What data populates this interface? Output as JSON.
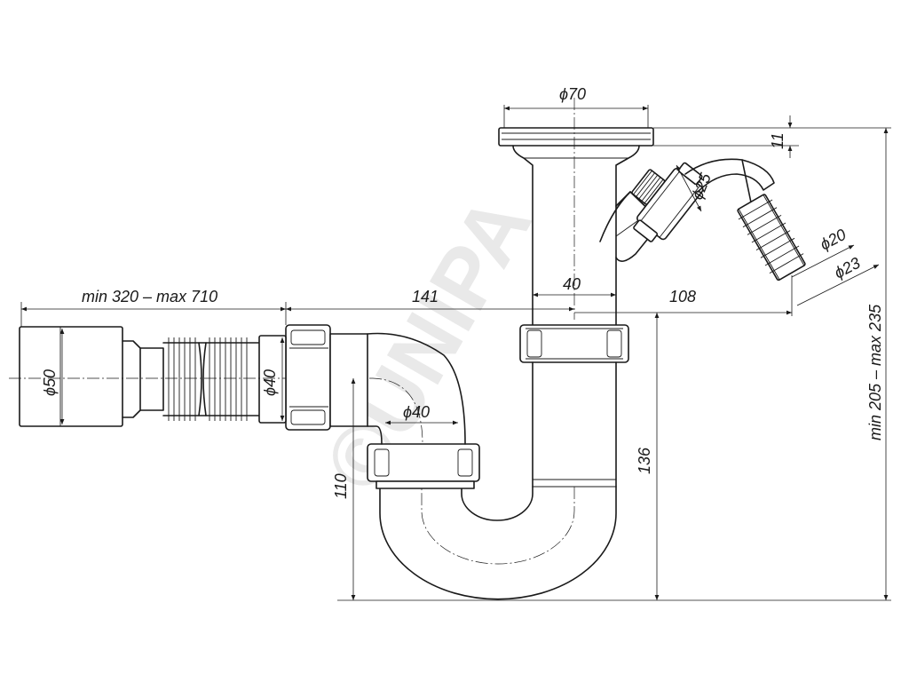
{
  "watermark": "©UNIPA",
  "colors": {
    "line": "#1a1a1a",
    "background": "#ffffff",
    "watermark": "#e9e9e9"
  },
  "dimensions": {
    "bowl_diameter": "ϕ70",
    "rim_height": "11",
    "branch_nut": "ϕ25",
    "hose_inner": "ϕ20",
    "hose_outer": "ϕ23",
    "tube_diameter": "40",
    "branch_offset": "108",
    "extension_length": "min 320 – max 710",
    "outlet_offset": "141",
    "outlet_large": "ϕ50",
    "outlet_small": "ϕ40",
    "trap_diameter": "ϕ40",
    "trap_height_low": "110",
    "trap_height_high": "136",
    "total_height": "min 205 – max 235"
  }
}
